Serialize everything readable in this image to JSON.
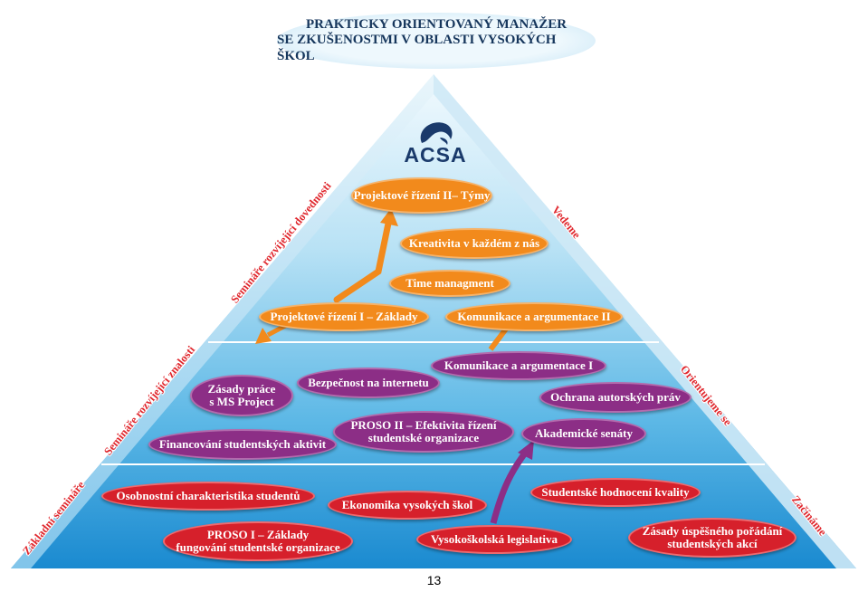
{
  "title": {
    "line1": "PRAKTICKY ORIENTOVANÝ MANAŽER",
    "line2": "SE ZKUŠENOSTMI V OBLASTI VYSOKÝCH ŠKOL"
  },
  "logo": {
    "text": "ACSA",
    "icon": "acsa-swirl-icon"
  },
  "side_labels": {
    "left_top": "Semináře rozvíjející dovednosti",
    "left_mid": "Semináře rozvíjející znalosti",
    "left_bottom": "Základní semináře",
    "right_top": "Vedeme",
    "right_mid": "Orientujeme se",
    "right_bottom": "Začínáme"
  },
  "nodes": {
    "projektove_rizeni_2": "Projektové řízení II– Týmy",
    "kreativita": "Kreativita v každém z nás",
    "time_managment": "Time managment",
    "projektove_rizeni_1": "Projektové řízení I – Základy",
    "komunikace_2": "Komunikace a argumentace II",
    "komunikace_1": "Komunikace a argumentace I",
    "zasady_ms_project": "Zásady práce\ns MS Project",
    "bezpecnost": "Bezpečnost na internetu",
    "ochrana": "Ochrana autorských práv",
    "financovani": "Financování studentských aktivit",
    "proso_2": "PROSO II – Efektivita řízení\nstudentské organizace",
    "akademicke": "Akademické senáty",
    "osobnostni": "Osobnostní charakteristika studentů",
    "ekonomika": "Ekonomika vysokých škol",
    "studentske_hodnoceni": "Studentské hodnocení kvality",
    "proso_1": "PROSO I – Základy\nfungování studentské organizace",
    "legislativa": "Vysokoškolská legislativa",
    "zasady_porad": "Zásady úspěšného pořádání\nstudentských akcí"
  },
  "colors": {
    "skills_level": "#f28a1c",
    "knowledge_level": "#8c2e86",
    "basic_level": "#d6202b",
    "side_label": "#e0282e",
    "pyramid_top": "#eaf6fc",
    "pyramid_bottom": "#1b8fd1"
  },
  "page_number": "13"
}
